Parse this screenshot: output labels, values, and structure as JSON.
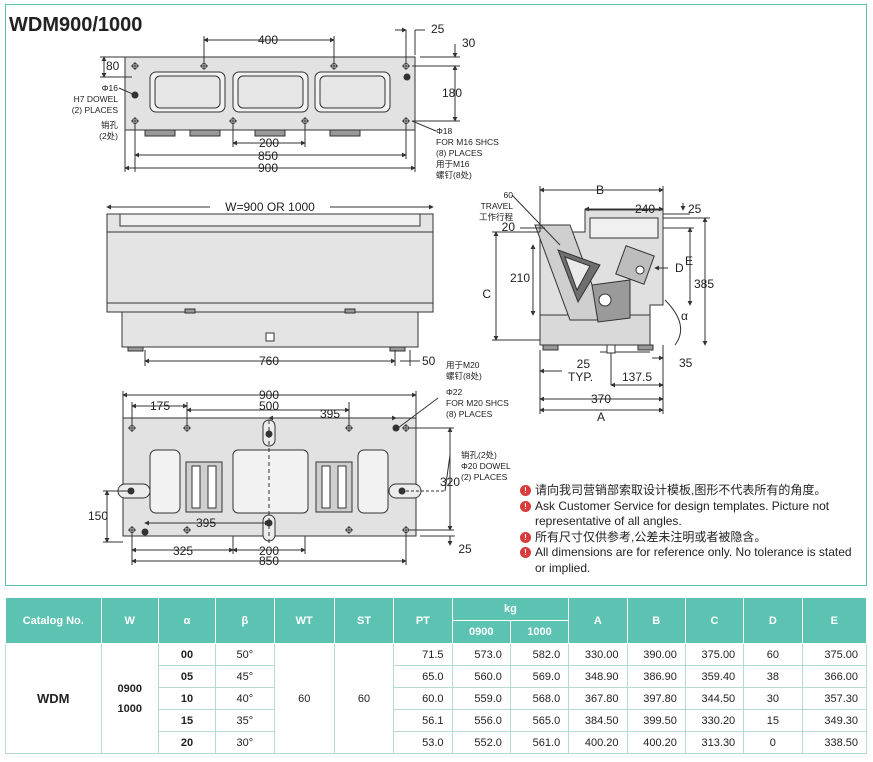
{
  "title": "WDM900/1000",
  "top_view": {
    "dims": [
      "400",
      "25",
      "30",
      "80",
      "180",
      "200",
      "850",
      "900"
    ],
    "notes": {
      "dowel": [
        "Φ16",
        "H7 DOWEL",
        "(2) PLACES",
        "销孔",
        "(2处)"
      ],
      "bolts": [
        "Φ18",
        "FOR M16 SHCS",
        "(8) PLACES",
        "用于M16",
        "螺钉(8处)"
      ]
    }
  },
  "front_view": {
    "dims": [
      "W=900 OR 1000",
      "760",
      "50"
    ]
  },
  "side_view": {
    "dims": [
      "B",
      "240",
      "25",
      "E",
      "D",
      "385",
      "C",
      "210",
      "20",
      "α",
      "35",
      "25",
      "TYP.",
      "137.5",
      "370",
      "A"
    ],
    "travel": [
      "60",
      "TRAVEL",
      "工作行程"
    ]
  },
  "bottom_view": {
    "dims": [
      "900",
      "175",
      "500",
      "395",
      "320",
      "150",
      "395",
      "325",
      "200",
      "850",
      "25"
    ],
    "notes": {
      "bolts": [
        "用于M20",
        "螺钉(8处)",
        "Φ22",
        "FOR M20 SHCS",
        "(8) PLACES"
      ],
      "dowel": [
        "销孔(2处)",
        "Φ20 DOWEL",
        "(2) PLACES"
      ]
    }
  },
  "notes": [
    "请向我司营销部索取设计模板,图形不代表所有的角度。",
    "Ask Customer Service for design templates. Picture not representative of all angles.",
    "所有尺寸仅供参考,公差未注明或者被隐含。",
    "All dimensions are for reference only. No tolerance is stated or implied."
  ],
  "table": {
    "headers": {
      "catalog": "Catalog No.",
      "w": "W",
      "alpha": "α",
      "beta": "β",
      "wt": "WT",
      "st": "ST",
      "pt": "PT",
      "kg": "kg",
      "kg0900": "0900",
      "kg1000": "1000",
      "a": "A",
      "b": "B",
      "c": "C",
      "d": "D",
      "e": "E"
    },
    "catalog": "WDM",
    "w_values": [
      "0900",
      "1000"
    ],
    "wt": "60",
    "st": "60",
    "rows": [
      {
        "alpha": "00",
        "beta": "50°",
        "pt": "71.5",
        "kg0900": "573.0",
        "kg1000": "582.0",
        "a": "330.00",
        "b": "390.00",
        "c": "375.00",
        "d": "60",
        "e": "375.00"
      },
      {
        "alpha": "05",
        "beta": "45°",
        "pt": "65.0",
        "kg0900": "560.0",
        "kg1000": "569.0",
        "a": "348.90",
        "b": "386.90",
        "c": "359.40",
        "d": "38",
        "e": "366.00"
      },
      {
        "alpha": "10",
        "beta": "40°",
        "pt": "60.0",
        "kg0900": "559.0",
        "kg1000": "568.0",
        "a": "367.80",
        "b": "397.80",
        "c": "344.50",
        "d": "30",
        "e": "357.30"
      },
      {
        "alpha": "15",
        "beta": "35°",
        "pt": "56.1",
        "kg0900": "556.0",
        "kg1000": "565.0",
        "a": "384.50",
        "b": "399.50",
        "c": "330.20",
        "d": "15",
        "e": "349.30"
      },
      {
        "alpha": "20",
        "beta": "30°",
        "pt": "53.0",
        "kg0900": "552.0",
        "kg1000": "561.0",
        "a": "400.20",
        "b": "400.20",
        "c": "313.30",
        "d": "0",
        "e": "338.50"
      }
    ]
  }
}
